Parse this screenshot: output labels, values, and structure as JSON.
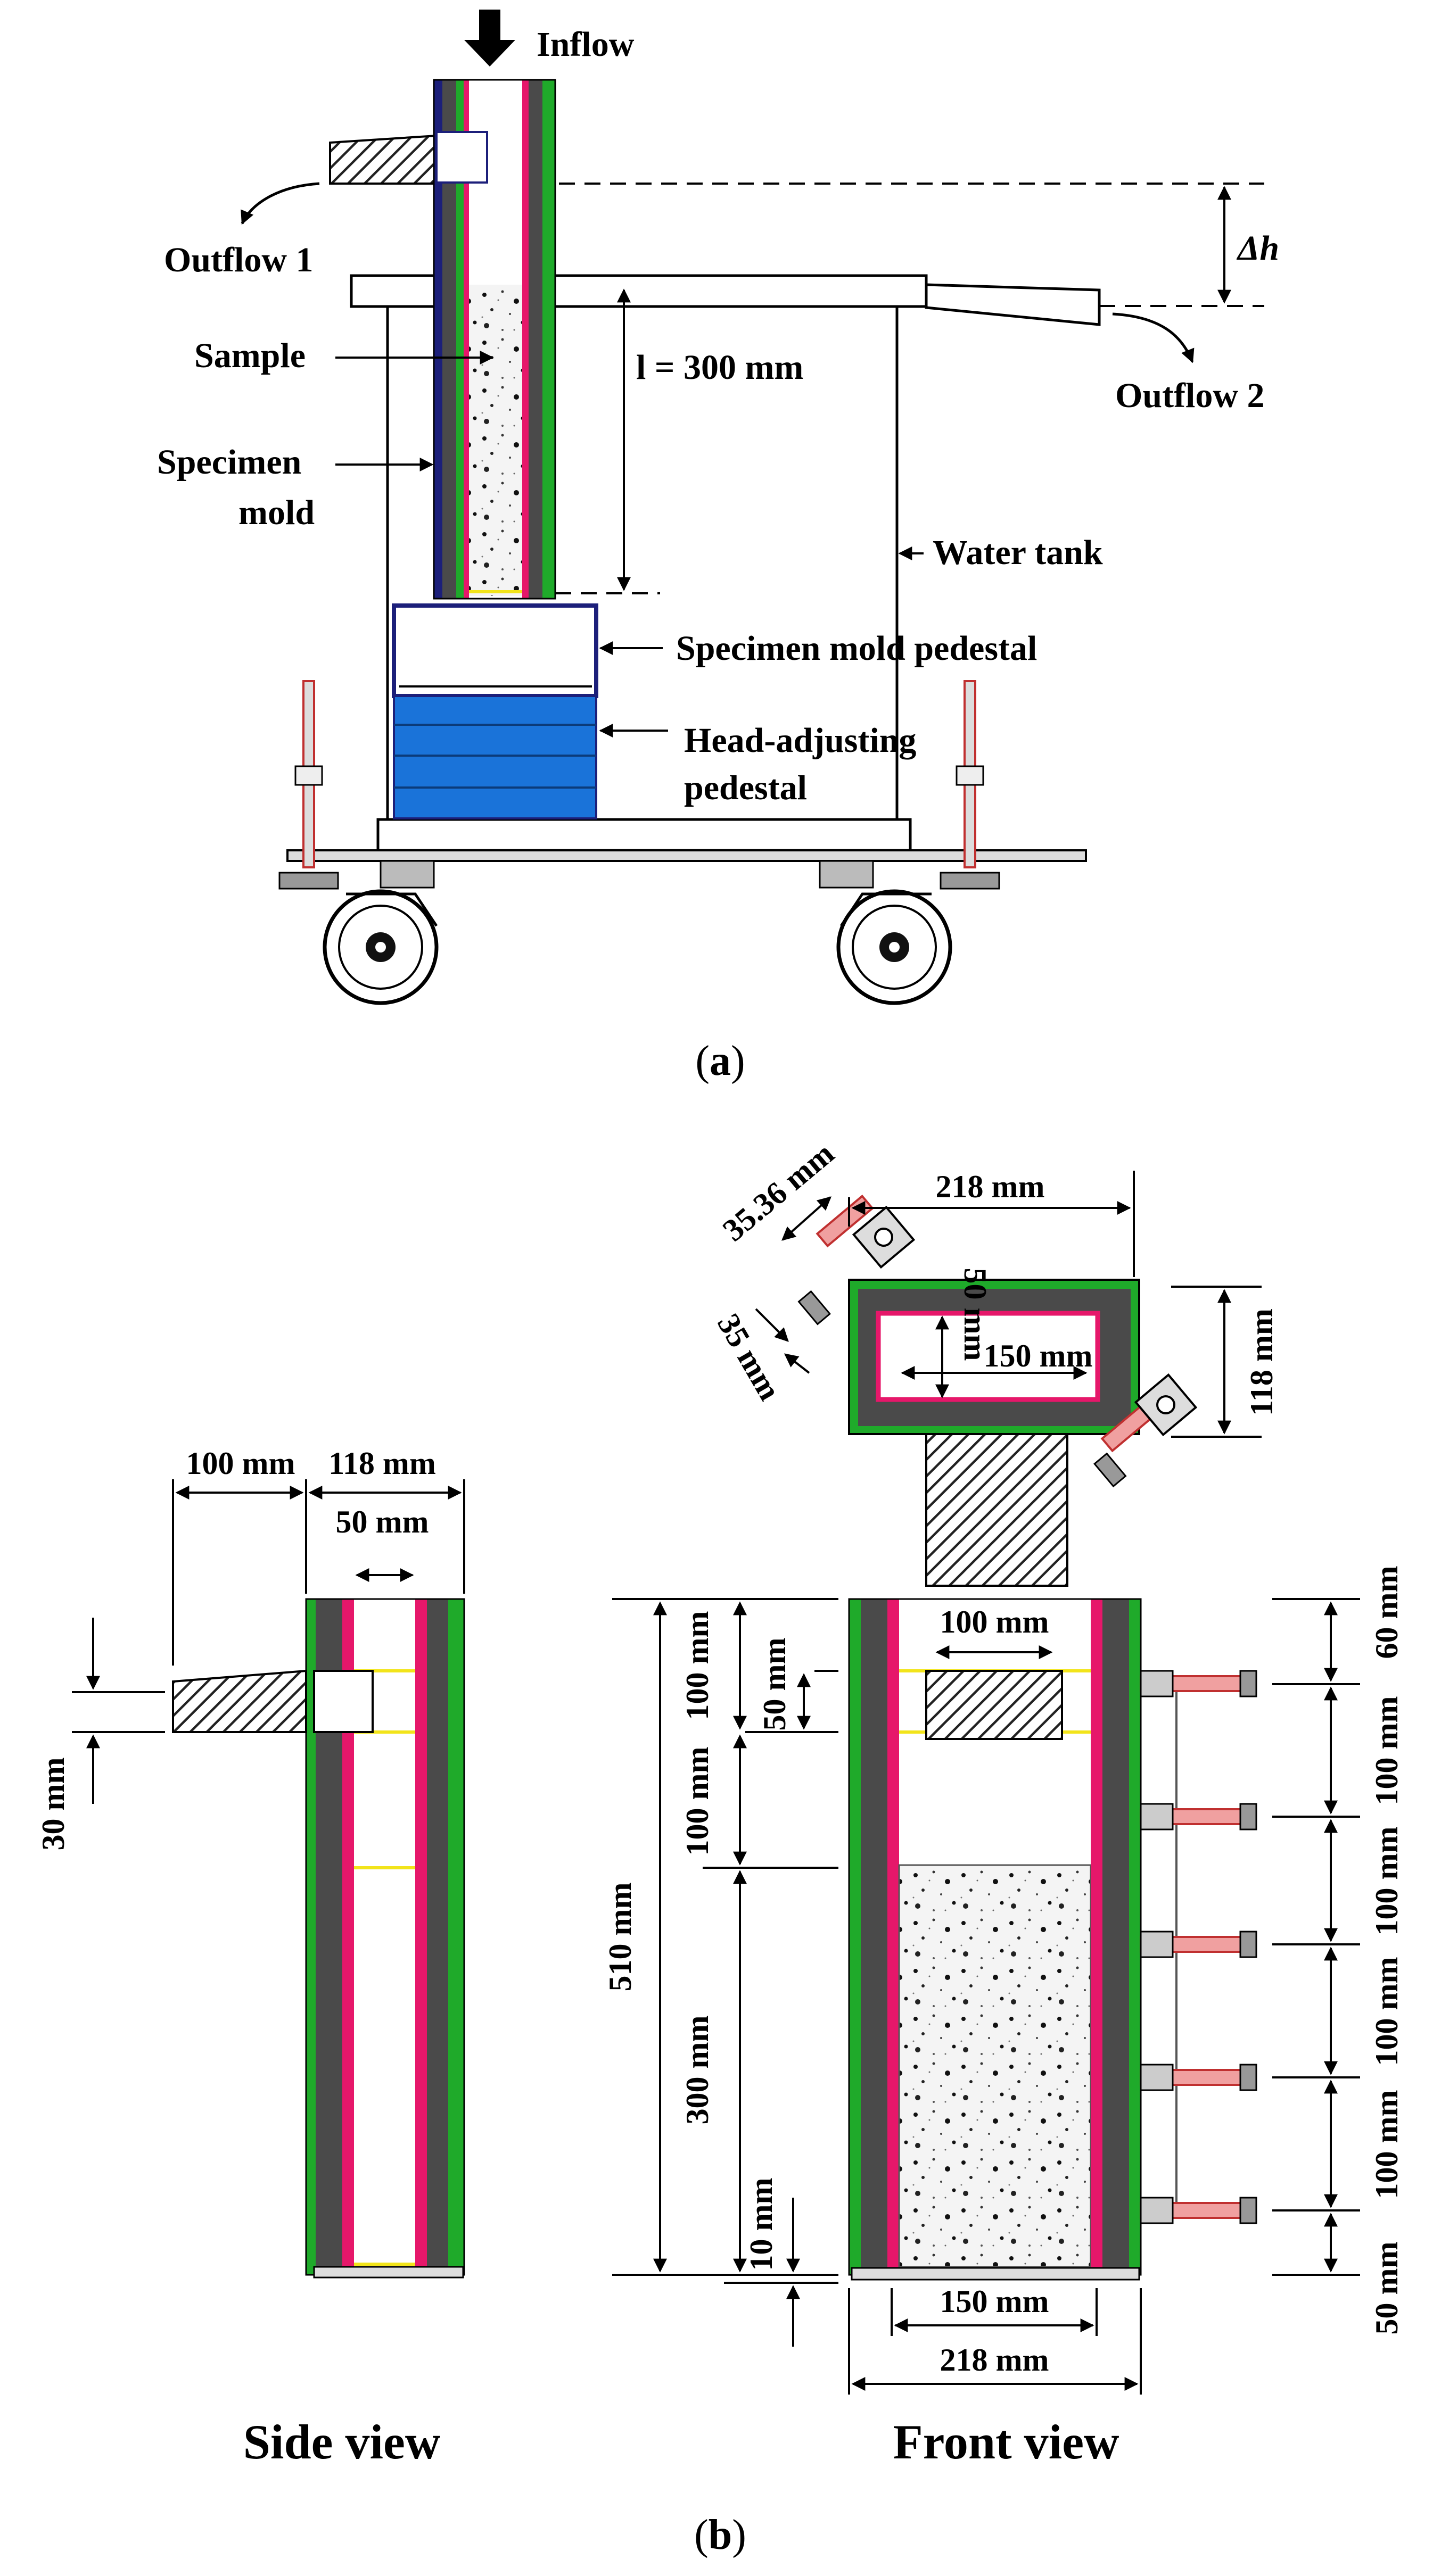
{
  "panel_a": {
    "caption_open": "(",
    "caption_letter": "a",
    "caption_close": ")",
    "labels": {
      "inflow": "Inflow",
      "outflow1": "Outflow 1",
      "outflow2": "Outflow 2",
      "delta_h": "Δh",
      "sample": "Sample",
      "specimen_mold_line1": "Specimen",
      "specimen_mold_line2": "mold",
      "length_label": "l = 300 mm",
      "water_tank": "Water tank",
      "mold_pedestal": "Specimen mold pedestal",
      "head_pedestal_line1": "Head-adjusting",
      "head_pedestal_line2": "pedestal"
    }
  },
  "panel_b": {
    "caption_open": "(",
    "caption_letter": "b",
    "caption_close": ")",
    "side_view": {
      "title": "Side view",
      "dims": {
        "width_100": "100 mm",
        "width_118": "118 mm",
        "width_50": "50 mm",
        "height_30": "30 mm"
      }
    },
    "top_view": {
      "dims": {
        "width_218": "218 mm",
        "diag_3536": "35.36 mm",
        "diag_35": "35 mm",
        "inner_50": "50 mm",
        "inner_150": "150 mm",
        "depth_118": "118 mm"
      }
    },
    "front_view": {
      "title": "Front view",
      "dims": {
        "inner_100": "100 mm",
        "left_100a": "100 mm",
        "left_50": "50 mm",
        "left_100b": "100 mm",
        "left_300": "300 mm",
        "left_10": "10 mm",
        "total_510": "510 mm",
        "bottom_150": "150 mm",
        "bottom_218": "218 mm",
        "right_60": "60 mm",
        "right_100a": "100 mm",
        "right_100b": "100 mm",
        "right_100c": "100 mm",
        "right_100d": "100 mm",
        "right_50": "50 mm"
      }
    }
  },
  "colors": {
    "green": "#1faa2a",
    "magenta": "#e6176a",
    "dark_gray": "#4a4a4a",
    "navy": "#1c1f7a",
    "blue": "#1a73d9",
    "yellow": "#f2e41a"
  }
}
